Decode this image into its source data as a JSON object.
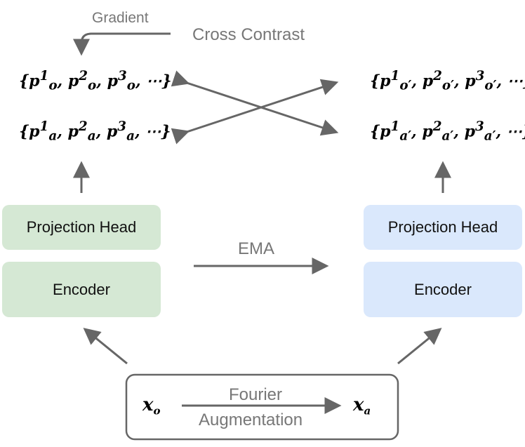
{
  "labels": {
    "gradient": "Gradient",
    "cross_contrast": "Cross Contrast",
    "ema": "EMA",
    "fourier": "Fourier",
    "augmentation": "Augmentation"
  },
  "left_branch": {
    "projection_head": "Projection Head",
    "encoder": "Encoder",
    "set_o": {
      "open": "{",
      "base": "p",
      "sub": "o",
      "sups": [
        "1",
        "2",
        "3"
      ],
      "ellipsis": "⋯",
      "close": "}"
    },
    "set_a": {
      "open": "{",
      "base": "p",
      "sub": "a",
      "sups": [
        "1",
        "2",
        "3"
      ],
      "ellipsis": "⋯",
      "close": "}"
    }
  },
  "right_branch": {
    "projection_head": "Projection Head",
    "encoder": "Encoder",
    "set_o": {
      "open": "{",
      "base": "p",
      "sub": "o′",
      "sups": [
        "1",
        "2",
        "3"
      ],
      "ellipsis": "⋯",
      "close": "}"
    },
    "set_a": {
      "open": "{",
      "base": "p",
      "sub": "a′",
      "sups": [
        "1",
        "2",
        "3"
      ],
      "ellipsis": "⋯",
      "close": "}"
    }
  },
  "inputs": {
    "x_o": {
      "base": "x",
      "sub": "o"
    },
    "x_a": {
      "base": "x",
      "sub": "a"
    }
  },
  "colors": {
    "left_block": "#d5e8d4",
    "right_block": "#dae8fc",
    "arrow": "#666666",
    "label": "#777777"
  }
}
